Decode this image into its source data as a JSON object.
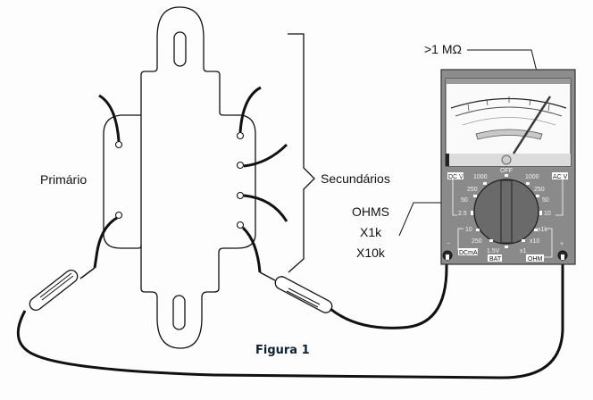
{
  "figure": {
    "caption": "Figura 1",
    "labels": {
      "primary": "Primário",
      "secondary": "Secundários",
      "reading": ">1 MΩ",
      "range_line1": "OHMS",
      "range_line2": "X1k",
      "range_line3": "X10k"
    },
    "multimeter": {
      "dial_off": "OFF",
      "dcv_label": "DC V",
      "acv_label": "AC V",
      "dcma_label": "DCmA",
      "ohm_label": "OHM",
      "bat_label": "BAT",
      "dcv_ranges": [
        "1000",
        "250",
        "50",
        "2.5"
      ],
      "acv_ranges": [
        "1000",
        "250",
        "50",
        "10"
      ],
      "dcma_ranges": [
        "10",
        "250"
      ],
      "bat_value": "1.5V",
      "ohm_ranges": [
        "x1k",
        "x10",
        "x1"
      ],
      "terminal_minus": "−",
      "terminal_plus": "+"
    },
    "colors": {
      "ink": "#111111",
      "meter_body": "#8a8a8a",
      "meter_dark": "#5a5a5a",
      "caption": "#0f2233"
    }
  }
}
